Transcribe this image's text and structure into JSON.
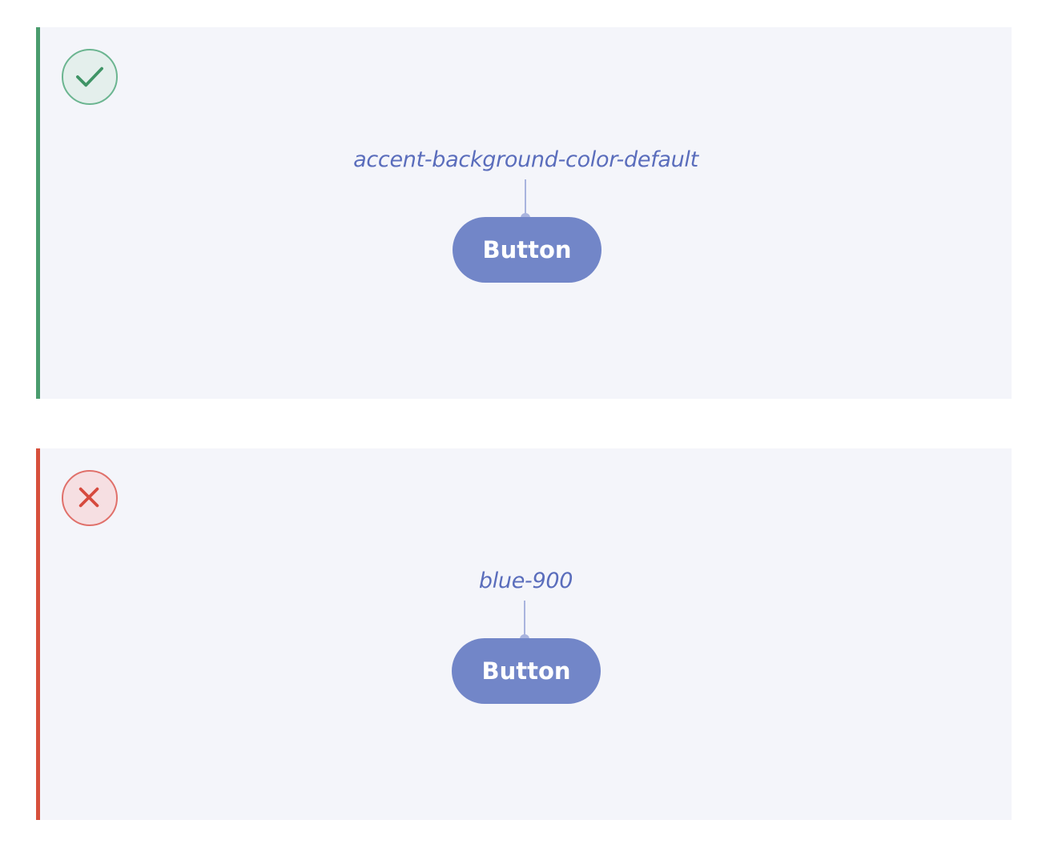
{
  "examples": [
    {
      "kind": "do",
      "status_icon": "checkmark-icon",
      "accent_color": "#4a9c6e",
      "token_label": "accent-background-color-default",
      "button_label": "Button",
      "button_color": "#7286c8"
    },
    {
      "kind": "dont",
      "status_icon": "close-icon",
      "accent_color": "#d7503c",
      "token_label": "blue-900",
      "button_label": "Button",
      "button_color": "#7286c8"
    }
  ]
}
